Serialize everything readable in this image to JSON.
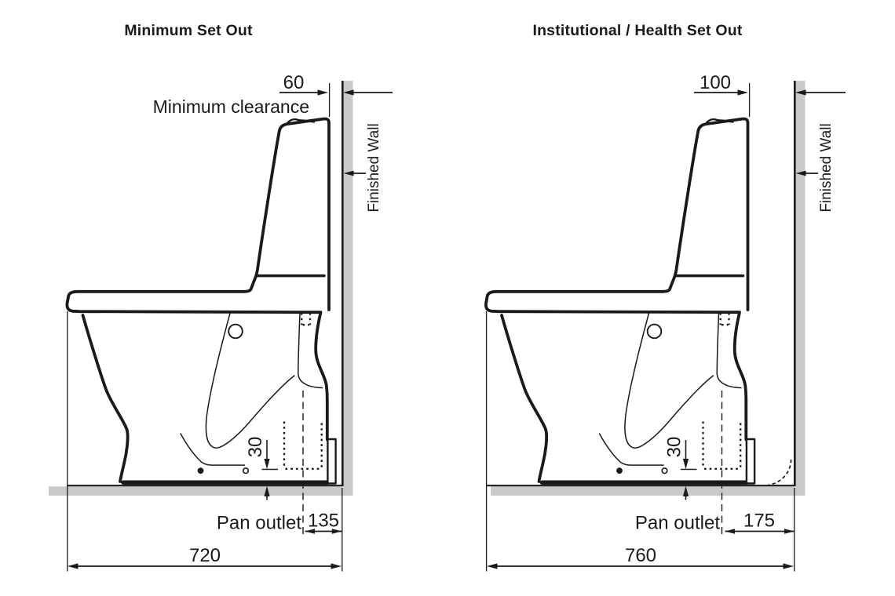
{
  "colors": {
    "ink": "#1a1a1a",
    "wall_gray": "#c9c9c9",
    "fill_white": "#ffffff"
  },
  "diagrams": [
    {
      "id": "minimum-set-out",
      "title": "Minimum Set Out",
      "clearance": {
        "value": "60",
        "label": "Minimum clearance"
      },
      "wall_label": "Finished Wall",
      "outlet_height": "30",
      "pan_outlet_label": "Pan outlet",
      "outlet_to_wall": "135",
      "overall_depth": "720"
    },
    {
      "id": "institutional-health-set-out",
      "title": "Institutional / Health Set Out",
      "clearance": {
        "value": "100"
      },
      "wall_label": "Finished Wall",
      "outlet_height": "30",
      "pan_outlet_label": "Pan outlet",
      "outlet_to_wall": "175",
      "overall_depth": "760"
    }
  ]
}
